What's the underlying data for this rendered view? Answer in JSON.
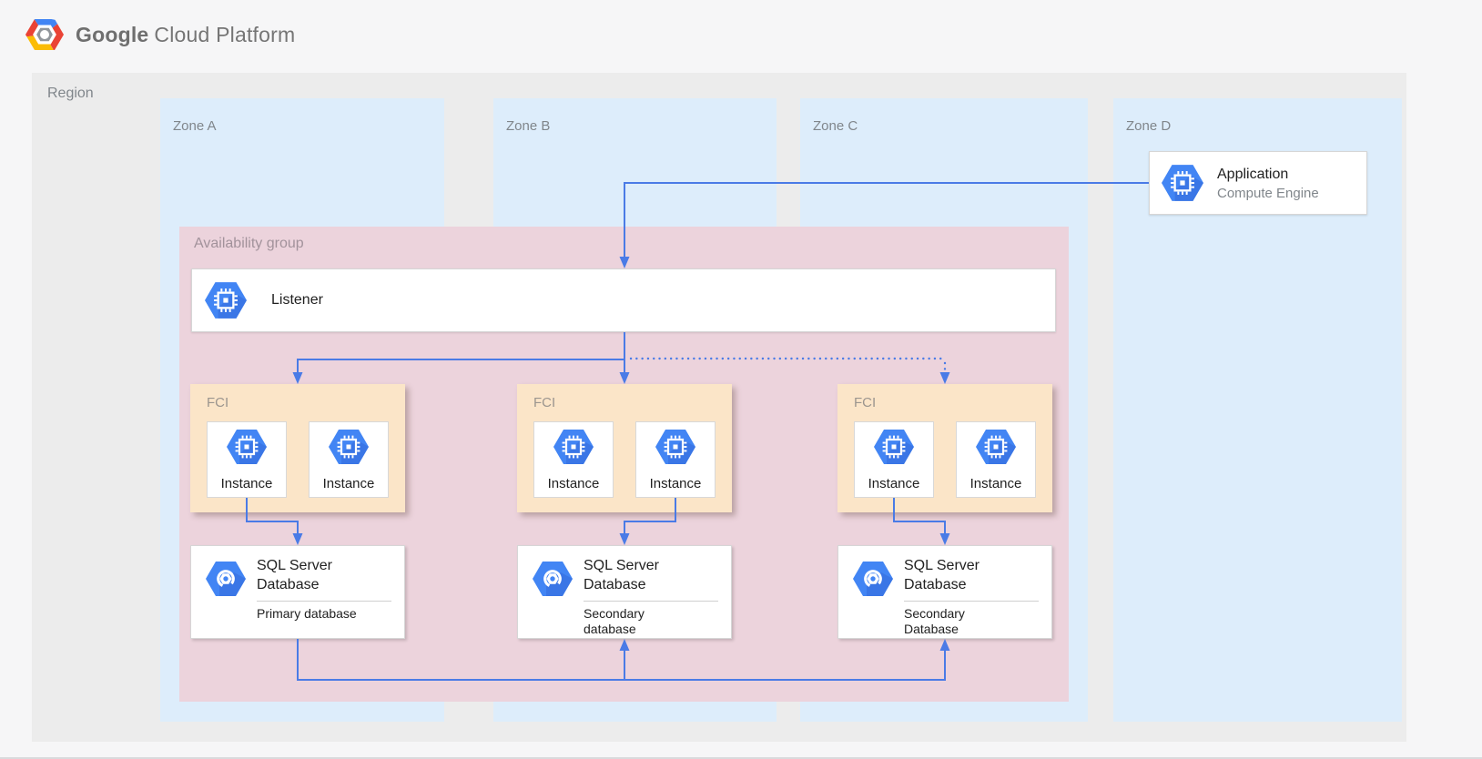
{
  "header": {
    "brand": "Google",
    "product": "Cloud Platform"
  },
  "region": {
    "label": "Region"
  },
  "zones": [
    {
      "label": "Zone A"
    },
    {
      "label": "Zone B"
    },
    {
      "label": "Zone C"
    },
    {
      "label": "Zone D"
    }
  ],
  "application": {
    "title": "Application",
    "subtitle": "Compute Engine",
    "icon": "compute-engine-icon"
  },
  "availability_group": {
    "label": "Availability group"
  },
  "listener": {
    "label": "Listener",
    "icon": "compute-engine-icon"
  },
  "fci_groups": [
    {
      "label": "FCI",
      "zone": "Zone A",
      "instances": [
        "Instance",
        "Instance"
      ]
    },
    {
      "label": "FCI",
      "zone": "Zone B",
      "instances": [
        "Instance",
        "Instance"
      ]
    },
    {
      "label": "FCI",
      "zone": "Zone C",
      "instances": [
        "Instance",
        "Instance"
      ]
    }
  ],
  "databases": [
    {
      "title": "SQL Server\nDatabase",
      "subtitle": "Primary database",
      "icon": "sql-server-database-icon"
    },
    {
      "title": "SQL Server\nDatabase",
      "subtitle": "Secondary\ndatabase",
      "icon": "sql-server-database-icon"
    },
    {
      "title": "SQL Server\nDatabase",
      "subtitle": "Secondary\nDatabase",
      "icon": "sql-server-database-icon"
    }
  ],
  "connections": [
    {
      "from": "application",
      "to": "listener",
      "style": "solid"
    },
    {
      "from": "listener",
      "to": "fci-zone-a",
      "style": "solid"
    },
    {
      "from": "listener",
      "to": "fci-zone-b",
      "style": "solid"
    },
    {
      "from": "listener",
      "to": "fci-zone-c",
      "style": "dotted"
    },
    {
      "from": "fci-zone-a",
      "to": "primary-database",
      "style": "solid"
    },
    {
      "from": "fci-zone-b",
      "to": "secondary-database-b",
      "style": "solid"
    },
    {
      "from": "fci-zone-c",
      "to": "secondary-database-c",
      "style": "solid"
    },
    {
      "from": "primary-database",
      "to": "secondary-database-b",
      "style": "solid"
    },
    {
      "from": "primary-database",
      "to": "secondary-database-c",
      "style": "solid"
    }
  ],
  "colors": {
    "accent_blue": "#4a7be6",
    "icon_blue": "#4285f4",
    "zone_fill": "#ddedfb",
    "region_fill": "#ececec",
    "availability_group_fill": "#ecd3dc",
    "fci_fill": "#fbe5c8",
    "label_gray": "#80868b",
    "text_dark": "#212121"
  }
}
